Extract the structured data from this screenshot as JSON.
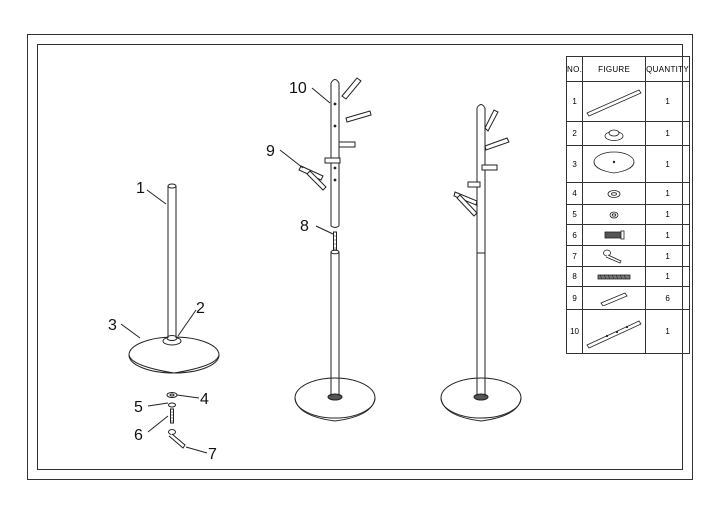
{
  "callouts": {
    "c1": "1",
    "c2": "2",
    "c3": "3",
    "c4": "4",
    "c5": "5",
    "c6": "6",
    "c7": "7",
    "c8": "8",
    "c9": "9",
    "c10": "10"
  },
  "table": {
    "headers": {
      "no": "NO.",
      "figure": "FIGURE",
      "quantity": "QUANTITY"
    },
    "rows": [
      {
        "no": "1",
        "qty": "1"
      },
      {
        "no": "2",
        "qty": "1"
      },
      {
        "no": "3",
        "qty": "1"
      },
      {
        "no": "4",
        "qty": "1"
      },
      {
        "no": "5",
        "qty": "1"
      },
      {
        "no": "6",
        "qty": "1"
      },
      {
        "no": "7",
        "qty": "1"
      },
      {
        "no": "8",
        "qty": "1"
      },
      {
        "no": "9",
        "qty": "6"
      },
      {
        "no": "10",
        "qty": "1"
      }
    ]
  },
  "colors": {
    "line": "#222222",
    "fill": "#ffffff",
    "shade": "#9a9a9a"
  }
}
